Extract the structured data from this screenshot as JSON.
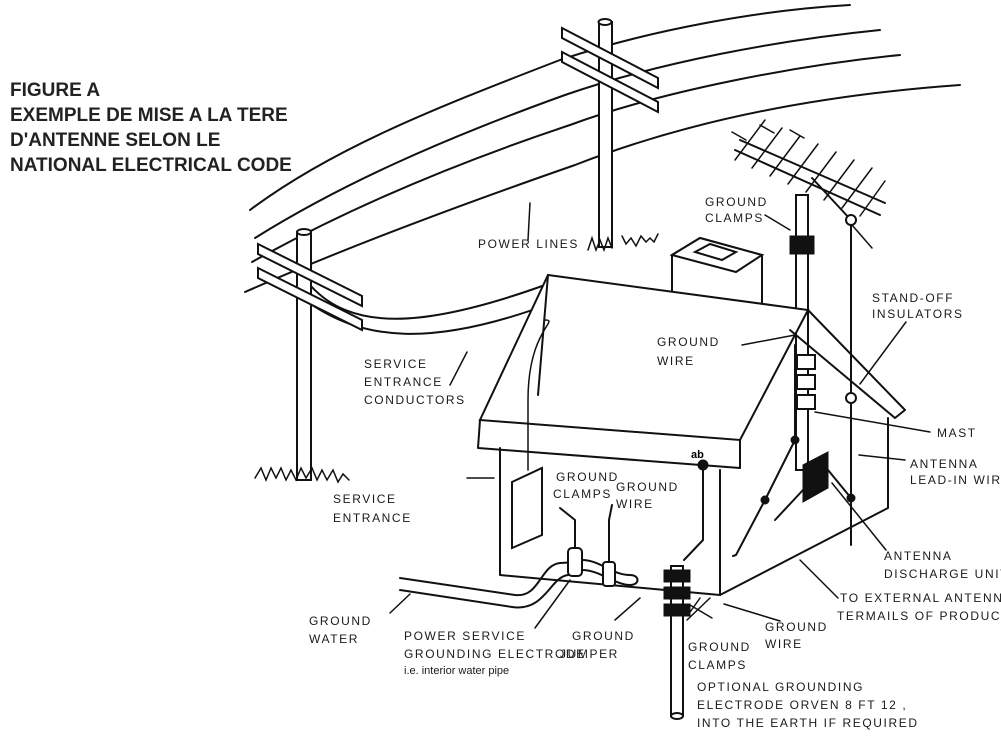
{
  "figure": {
    "title_lines": [
      "FIGURE A",
      "EXEMPLE DE MISE A LA TERE",
      "D'ANTENNE SELON LE",
      "NATIONAL ELECTRICAL CODE"
    ]
  },
  "labels": {
    "power_lines": "POWER LINES",
    "ground_clamps_top": [
      "GROUND",
      "CLAMPS"
    ],
    "stand_off_insulators": [
      "STAND-OFF",
      "INSULATORS"
    ],
    "ground_wire_roof": [
      "GROUND",
      "WIRE"
    ],
    "service_entrance_conductors": [
      "SERVICE",
      "ENTRANCE",
      "CONDUCTORS"
    ],
    "mast": "MAST",
    "antenna_lead_in_wire": [
      "ANTENNA",
      "LEAD-IN WIRE"
    ],
    "service_entrance": [
      "SERVICE",
      "ENTRANCE"
    ],
    "ground_clamps_mid": [
      "GROUND",
      "CLAMPS"
    ],
    "ground_wire_mid": [
      "GROUND",
      "WIRE"
    ],
    "tag_ab": "ab",
    "antenna_discharge_unit": [
      "ANTENNA",
      "DISCHARGE UNIT"
    ],
    "to_external_antenna": [
      "TO EXTERNAL ANTENNA",
      "TERMAILS OF PRODUCT"
    ],
    "ground_water": [
      "GROUND",
      "WATER"
    ],
    "power_service_grounding": [
      "POWER SERVICE",
      "GROUNDING ELECTRODE"
    ],
    "interior_water_pipe": "i.e. interior water pipe",
    "ground_jumper": [
      "GROUND",
      "JUMPER"
    ],
    "ground_wire_low": [
      "GROUND",
      "WIRE"
    ],
    "ground_clamps_low": [
      "GROUND",
      "CLAMPS"
    ],
    "optional_grounding": [
      "OPTIONAL GROUNDING",
      "ELECTRODE ORVEN 8 FT 12 ,",
      "INTO THE EARTH IF REQUIRED"
    ]
  }
}
